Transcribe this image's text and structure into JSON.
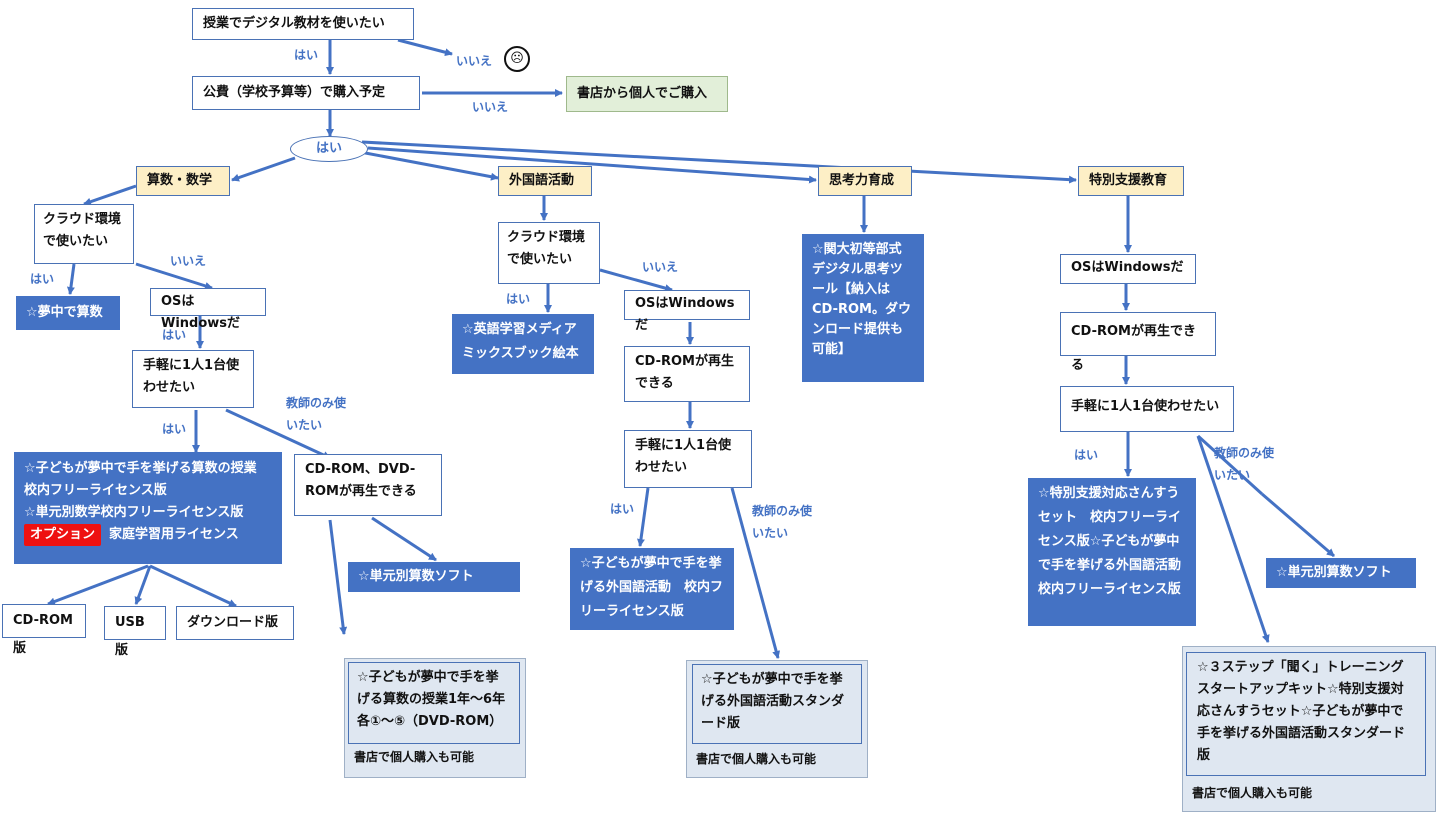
{
  "nodes": {
    "start": "授業でデジタル教材を使いたい",
    "public_budget": "公費（学校予算等）で購入予定",
    "bookstore": "書店から個人でご購入",
    "hai_ellipse": "はい",
    "math": "算数・数学",
    "foreign": "外国語活動",
    "thinking": "思考力育成",
    "special": "特別支援教育",
    "cloud_math": "クラウド環境で使いたい",
    "cloud_foreign": "クラウド環境で使いたい",
    "muchu_sansu": "☆夢中で算数",
    "eigo_media": "☆英語学習メディアミックスブック絵本",
    "kandai": "☆関大初等部式デジタル思考ツール【納入はCD-ROM。ダウンロード提供も可能】",
    "os_math": "OSはWindowsだ",
    "os_foreign": "OSはWindowsだ",
    "os_special": "OSはWindowsだ",
    "tegaru_math": "手軽に1人1台使わせたい",
    "cdrom_foreign": "CD-ROMが再生できる",
    "cdrom_special": "CD-ROMが再生できる",
    "tegaru_foreign": "手軽に1人1台使わせたい",
    "tegaru_special": "手軽に1人1台使わせたい",
    "math_license_1": "☆子どもが夢中で手を挙げる算数の授業　校内フリーライセンス版",
    "math_license_2": "☆単元別数学校内フリーライセンス版",
    "option_badge": "オプション",
    "option_text": "家庭学習用ライセンス",
    "cd_dvd_math": "CD-ROM、DVD-ROMが再生できる",
    "tangen_sansu_1": "☆単元別算数ソフト",
    "cdrom_ban": "CD-ROM版",
    "usb_ban": "USB版",
    "dl_ban": "ダウンロード版",
    "foreign_license": "☆子どもが夢中で手を挙げる外国語活動　校内フリーライセンス版",
    "special_license": "☆特別支援対応さんすうセット　校内フリーライセンス版☆子どもが夢中で手を挙げる外国語活動　校内フリーライセンス版",
    "tangen_sansu_2": "☆単元別算数ソフト",
    "math_dvd": "☆子どもが夢中で手を挙げる算数の授業1年～6年各①～⑤（DVD-ROM）",
    "math_dvd_note": "書店で個人購入も可能",
    "foreign_std": "☆子どもが夢中で手を挙げる外国語活動スタンダード版",
    "foreign_std_note": "書店で個人購入も可能",
    "special_std": "☆３ステップ「聞く」トレーニングスタートアップキット☆特別支援対応さんすうセット☆子どもが夢中で手を挙げる外国語活動スタンダード版",
    "special_std_note": "書店で個人購入も可能"
  },
  "labels": {
    "hai_1": "はい",
    "iie_1": "いいえ",
    "iie_2": "いいえ",
    "hai_math_cloud": "はい",
    "iie_math_cloud": "いいえ",
    "hai_math_os": "はい",
    "hai_math_tegaru": "はい",
    "kyoshi_math": "教師のみ使いたい",
    "hai_foreign_cloud": "はい",
    "iie_foreign_cloud": "いいえ",
    "hai_foreign_tegaru": "はい",
    "kyoshi_foreign": "教師のみ使いたい",
    "hai_special_tegaru": "はい",
    "kyoshi_special": "教師のみ使いたい"
  },
  "icons": {
    "sad_face": "sad-face-icon"
  },
  "colors": {
    "arrow": "#4472c4",
    "blue_box": "#4472c4",
    "yellow_box": "#fdefc6",
    "green_box": "#e2efd9",
    "gray_box": "#dfe7f1",
    "option": "#ee1111"
  }
}
